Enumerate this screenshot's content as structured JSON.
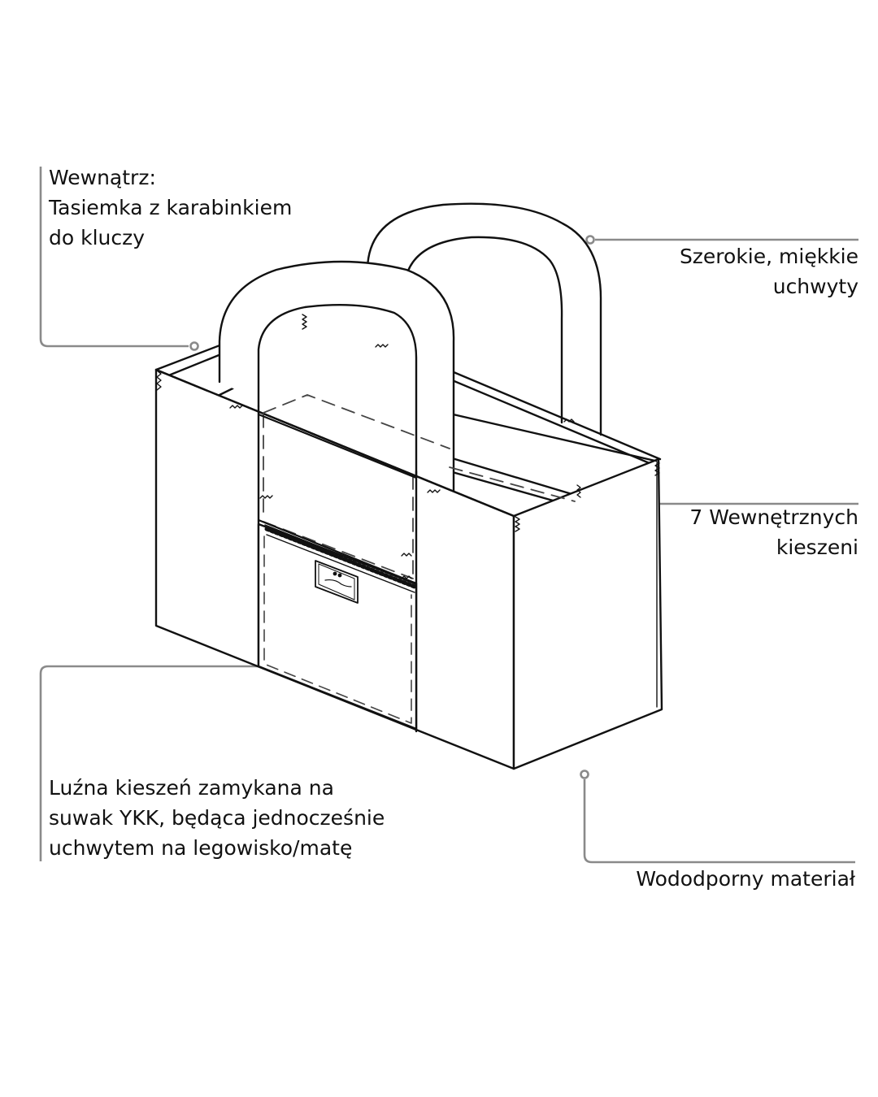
{
  "annotations": {
    "inside_keys": [
      "Wewnątrz:",
      "Tasiemka z karabinkiem",
      "do kluczy"
    ],
    "handles": [
      "Szerokie, miękkie",
      "uchwyty"
    ],
    "inner_pockets": [
      "7 Wewnętrznych",
      "kieszeni"
    ],
    "zip_pocket": [
      "Luźna kieszeń zamykana na",
      "suwak YKK, będąca jednocześnie",
      "uchwytem na legowisko/matę"
    ],
    "material": [
      "Wododporny materiał"
    ]
  },
  "colors": {
    "line": "#111111",
    "callout": "#8a8a8a",
    "background": "#ffffff"
  }
}
